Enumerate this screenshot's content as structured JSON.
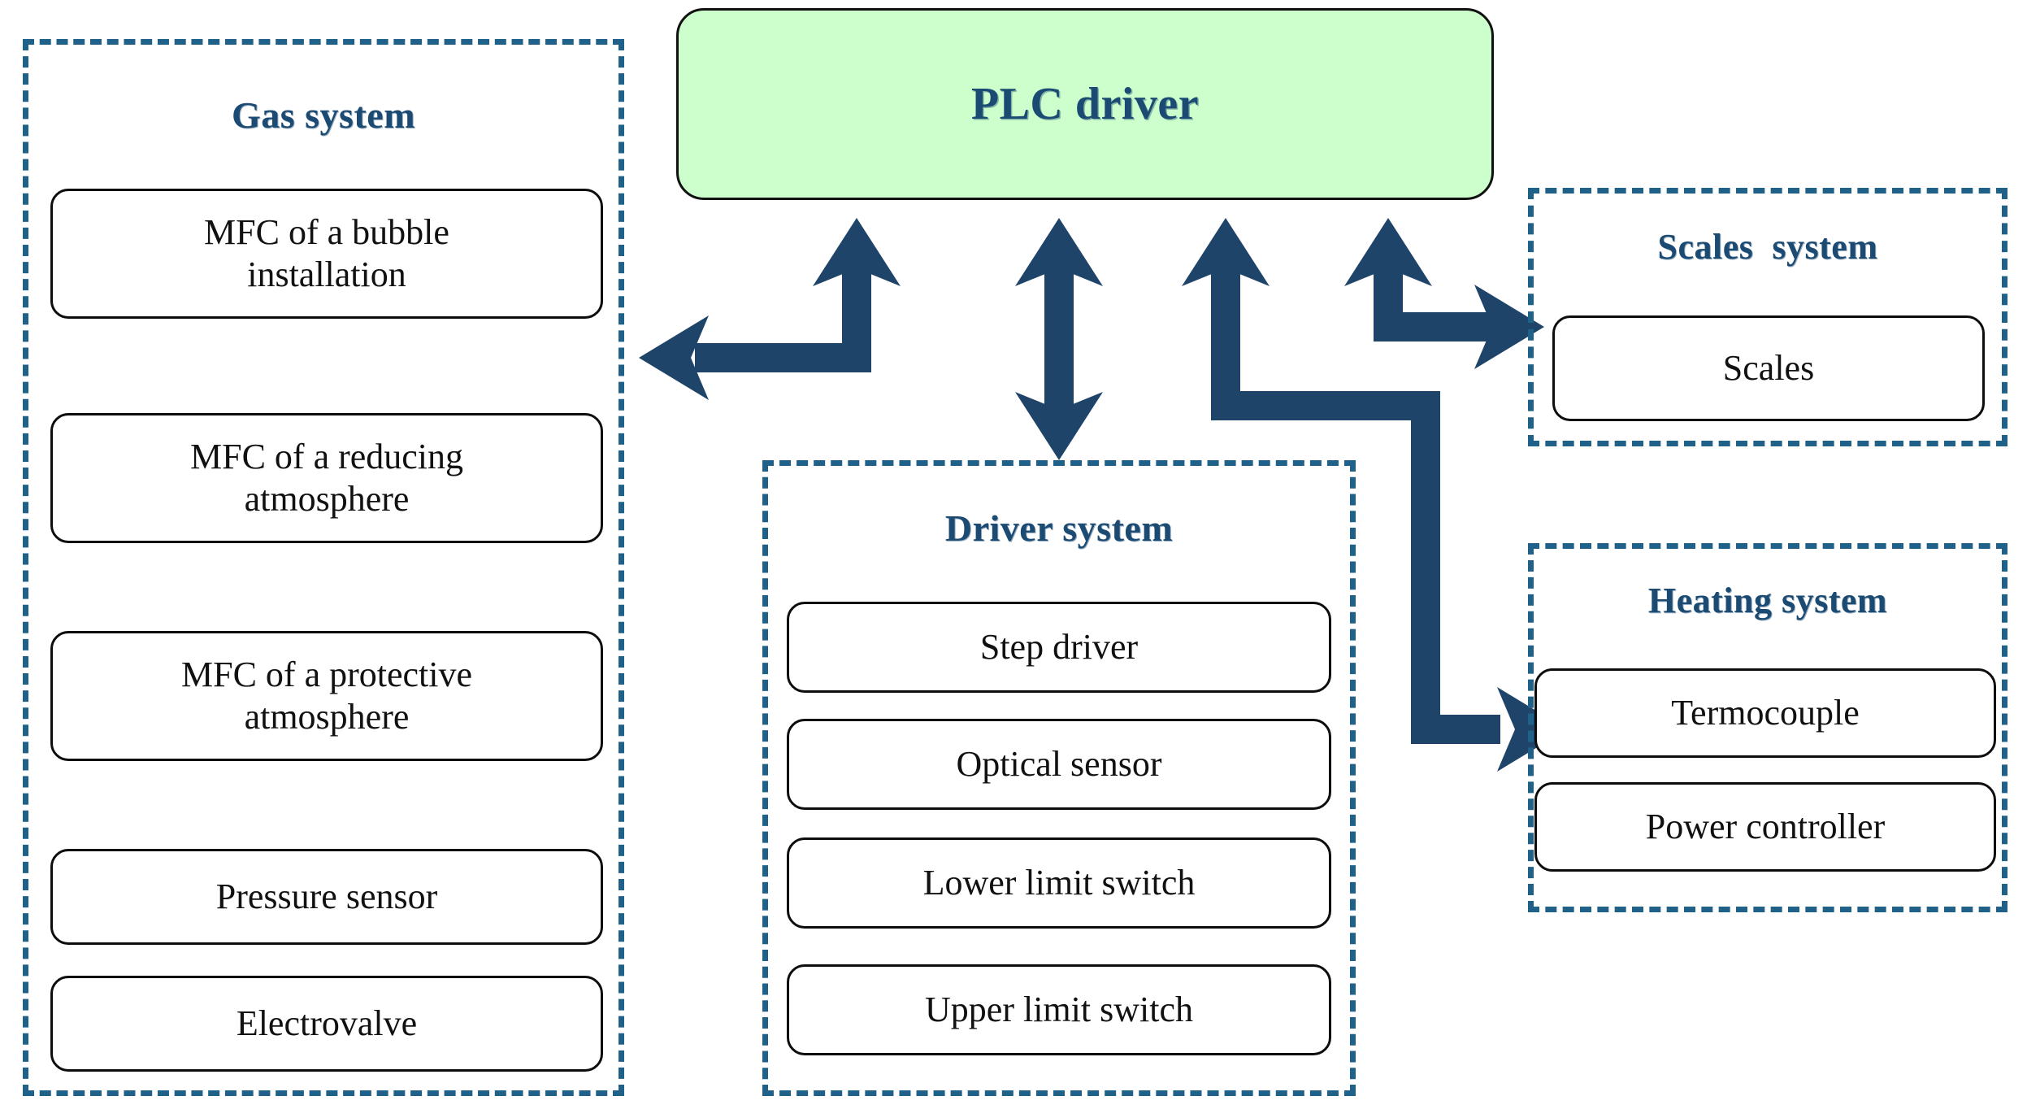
{
  "diagram": {
    "title": "PLC driver control system block diagram",
    "colors": {
      "accent_blue": "#1B4A73",
      "dashed_border": "#1F6189",
      "plc_fill": "#CCFFCC",
      "node_border": "#0d0d0d",
      "arrow": "#1F4469",
      "background": "#FFFFFF"
    }
  },
  "plc": {
    "label": "PLC driver"
  },
  "groups": {
    "gas": {
      "title": "Gas system",
      "items": [
        {
          "label": "MFC  of a bubble\ninstallation"
        },
        {
          "label": "MFC  of a reducing\natmosphere"
        },
        {
          "label": "MFC  of a protective\natmosphere"
        },
        {
          "label": "Pressure  sensor"
        },
        {
          "label": "Electrovalve"
        }
      ]
    },
    "driver": {
      "title": "Driver system",
      "items": [
        {
          "label": "Step driver"
        },
        {
          "label": "Optical sensor"
        },
        {
          "label": "Lower limit switch"
        },
        {
          "label": "Upper limit switch"
        }
      ]
    },
    "scales": {
      "title": "Scales  system",
      "items": [
        {
          "label": "Scales"
        }
      ]
    },
    "heating": {
      "title": "Heating system",
      "items": [
        {
          "label": "Termocouple"
        },
        {
          "label": "Power  controller"
        }
      ]
    }
  },
  "connectors": [
    {
      "name": "plc-to-gas-system",
      "from": "PLC driver",
      "to": "Gas system",
      "style": "elbow",
      "heads": "single-left"
    },
    {
      "name": "plc-to-driver-system",
      "from": "PLC driver",
      "to": "Driver system",
      "style": "straight-vertical",
      "heads": "double"
    },
    {
      "name": "plc-to-heating-system",
      "from": "PLC driver",
      "to": "Heating system",
      "style": "elbow",
      "heads": "single-right"
    },
    {
      "name": "plc-to-scales-system",
      "from": "PLC driver",
      "to": "Scales system",
      "style": "elbow",
      "heads": "single-right"
    }
  ]
}
